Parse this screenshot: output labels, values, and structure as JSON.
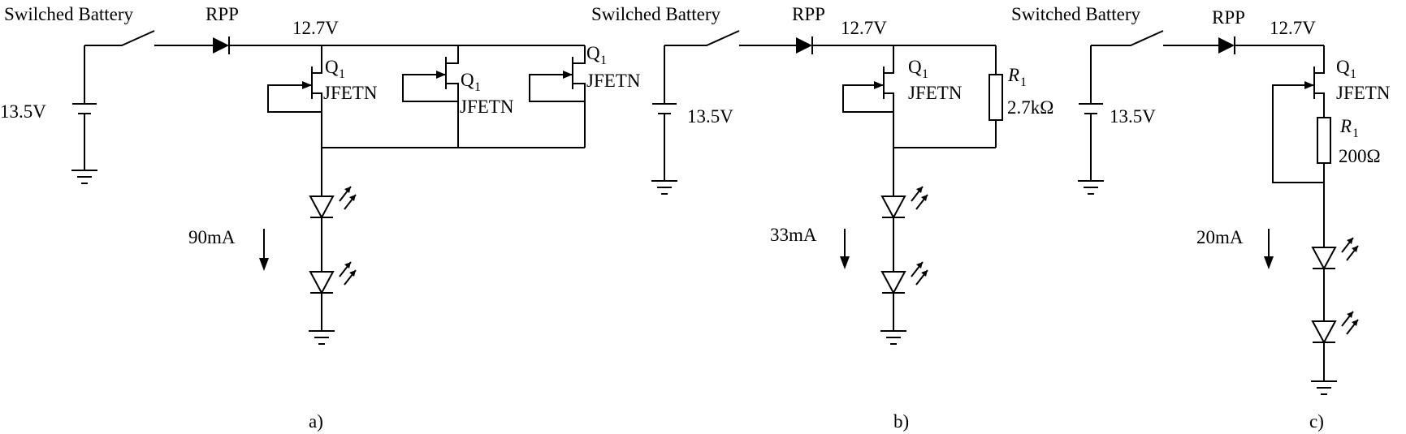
{
  "circuits": {
    "a": {
      "switch_label": "Swilched Battery",
      "diode_label": "RPP",
      "node_voltage": "12.7V",
      "battery_voltage": "13.5V",
      "current": "90mA",
      "q_letter": "Q",
      "q_sub": "1",
      "jfet_type": "JFETN",
      "caption": "a)"
    },
    "b": {
      "switch_label": "Swilched Battery",
      "diode_label": "RPP",
      "node_voltage": "12.7V",
      "battery_voltage": "13.5V",
      "current": "33mA",
      "q_letter": "Q",
      "q_sub": "1",
      "jfet_type": "JFETN",
      "r_letter": "R",
      "r_sub": "1",
      "r_value": "2.7kΩ",
      "caption": "b)"
    },
    "c": {
      "switch_label": "Switched Battery",
      "diode_label": "RPP",
      "node_voltage": "12.7V",
      "battery_voltage": "13.5V",
      "current": "20mA",
      "q_letter": "Q",
      "q_sub": "1",
      "jfet_type": "JFETN",
      "r_letter": "R",
      "r_sub": "1",
      "r_value": "200Ω",
      "caption": "c)"
    }
  }
}
